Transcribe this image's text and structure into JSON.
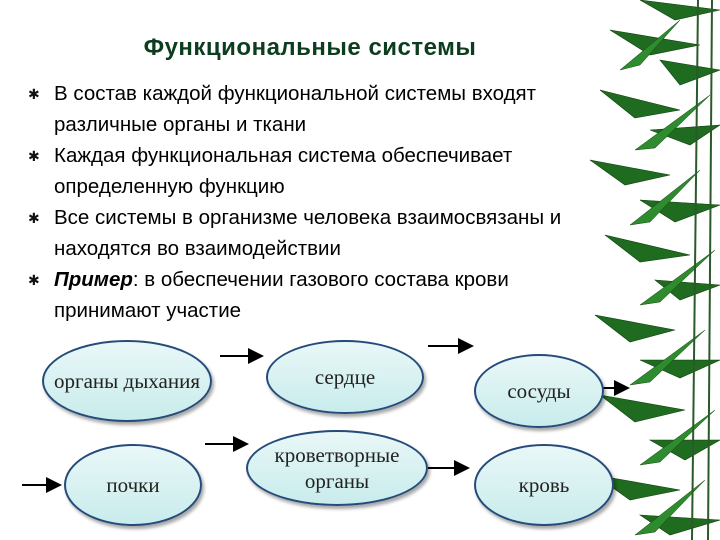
{
  "title": "Функциональные системы",
  "bullets": [
    {
      "lead": "",
      "text": "В состав каждой функциональной системы входят различные органы и ткани"
    },
    {
      "lead": "",
      "text": "Каждая функциональная система обеспечивает определенную функцию"
    },
    {
      "lead": "",
      "text": "Все системы в организме человека взаимосвязаны и находятся во взаимодействии"
    },
    {
      "lead": "Пример",
      "text": ": в обеспечении газового состава крови принимают участие"
    }
  ],
  "nodes": {
    "lungs": "органы дыхания",
    "heart": "сердце",
    "vessels": "сосуды",
    "kidneys": "почки",
    "hematopoietic": "кроветворные органы",
    "blood": "кровь"
  },
  "colors": {
    "title": "#0b3d1e",
    "node_border": "#244b7a",
    "node_fill": "#d9f1f1",
    "bamboo": "#1f6b1f"
  }
}
